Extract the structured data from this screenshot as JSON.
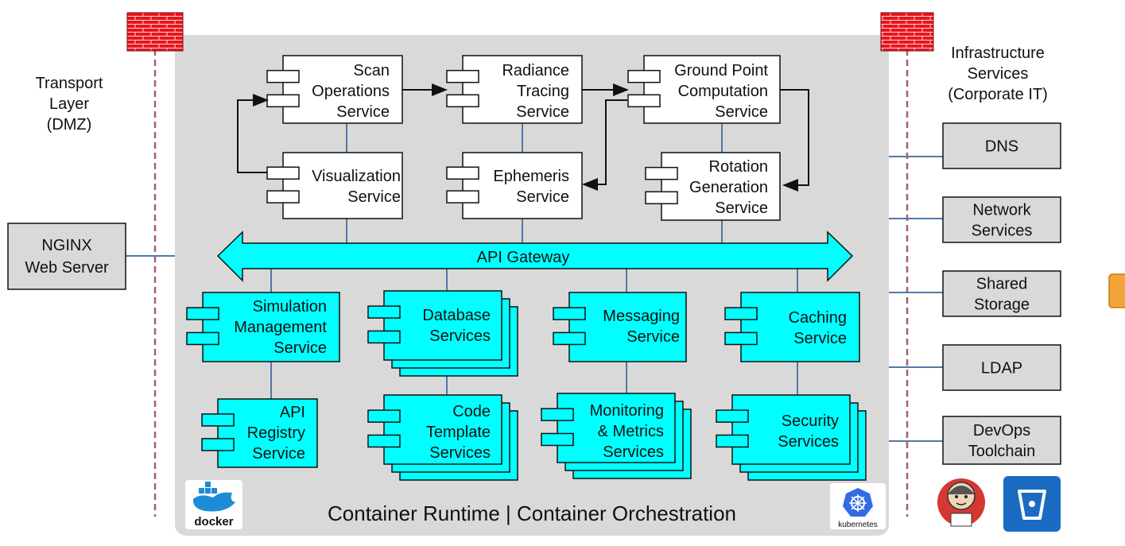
{
  "zones": {
    "transport": {
      "lines": [
        "Transport",
        "Layer",
        "(DMZ)"
      ]
    },
    "infrastructure": {
      "lines": [
        "Infrastructure",
        "Services",
        "(Corporate IT)"
      ]
    },
    "footer": "Container Runtime | Container Orchestration"
  },
  "nginx": {
    "lines": [
      "NGINX",
      "Web Server"
    ]
  },
  "api_gateway": "API Gateway",
  "core_services": [
    {
      "id": "scan",
      "lines": [
        "Scan",
        "Operations",
        "Service"
      ]
    },
    {
      "id": "radiance",
      "lines": [
        "Radiance",
        "Tracing",
        "Service"
      ]
    },
    {
      "id": "ground",
      "lines": [
        "Ground Point",
        "Computation",
        "Service"
      ]
    },
    {
      "id": "visualization",
      "lines": [
        "Visualization",
        "Service"
      ]
    },
    {
      "id": "ephemeris",
      "lines": [
        "Ephemeris",
        "Service"
      ]
    },
    {
      "id": "rotation",
      "lines": [
        "Rotation",
        "Generation",
        "Service"
      ]
    }
  ],
  "platform_services": [
    {
      "id": "simulation",
      "lines": [
        "Simulation",
        "Management",
        "Service"
      ]
    },
    {
      "id": "database",
      "lines": [
        "Database",
        "Services"
      ]
    },
    {
      "id": "messaging",
      "lines": [
        "Messaging",
        "Service"
      ]
    },
    {
      "id": "caching",
      "lines": [
        "Caching",
        "Service"
      ]
    },
    {
      "id": "api-registry",
      "lines": [
        "API",
        "Registry",
        "Service"
      ]
    },
    {
      "id": "code-template",
      "lines": [
        "Code",
        "Template",
        "Services"
      ]
    },
    {
      "id": "monitoring",
      "lines": [
        "Monitoring",
        "& Metrics",
        "Services"
      ]
    },
    {
      "id": "security",
      "lines": [
        "Security",
        "Services"
      ]
    }
  ],
  "infra_services": [
    {
      "id": "dns",
      "lines": [
        "DNS"
      ]
    },
    {
      "id": "network",
      "lines": [
        "Network",
        "Services"
      ]
    },
    {
      "id": "storage",
      "lines": [
        "Shared",
        "Storage"
      ]
    },
    {
      "id": "ldap",
      "lines": [
        "LDAP"
      ]
    },
    {
      "id": "devops",
      "lines": [
        "DevOps",
        "Toolchain"
      ]
    }
  ],
  "logos": {
    "docker": "docker",
    "kubernetes": "kubernetes"
  },
  "colors": {
    "cyan": "#00ffff",
    "panel": "#d9d9d9",
    "firewall": "#e8141e",
    "infra_box": "#d9d9d9",
    "footer_text": "#3b1e8c",
    "connector": "#4f7aa3"
  }
}
